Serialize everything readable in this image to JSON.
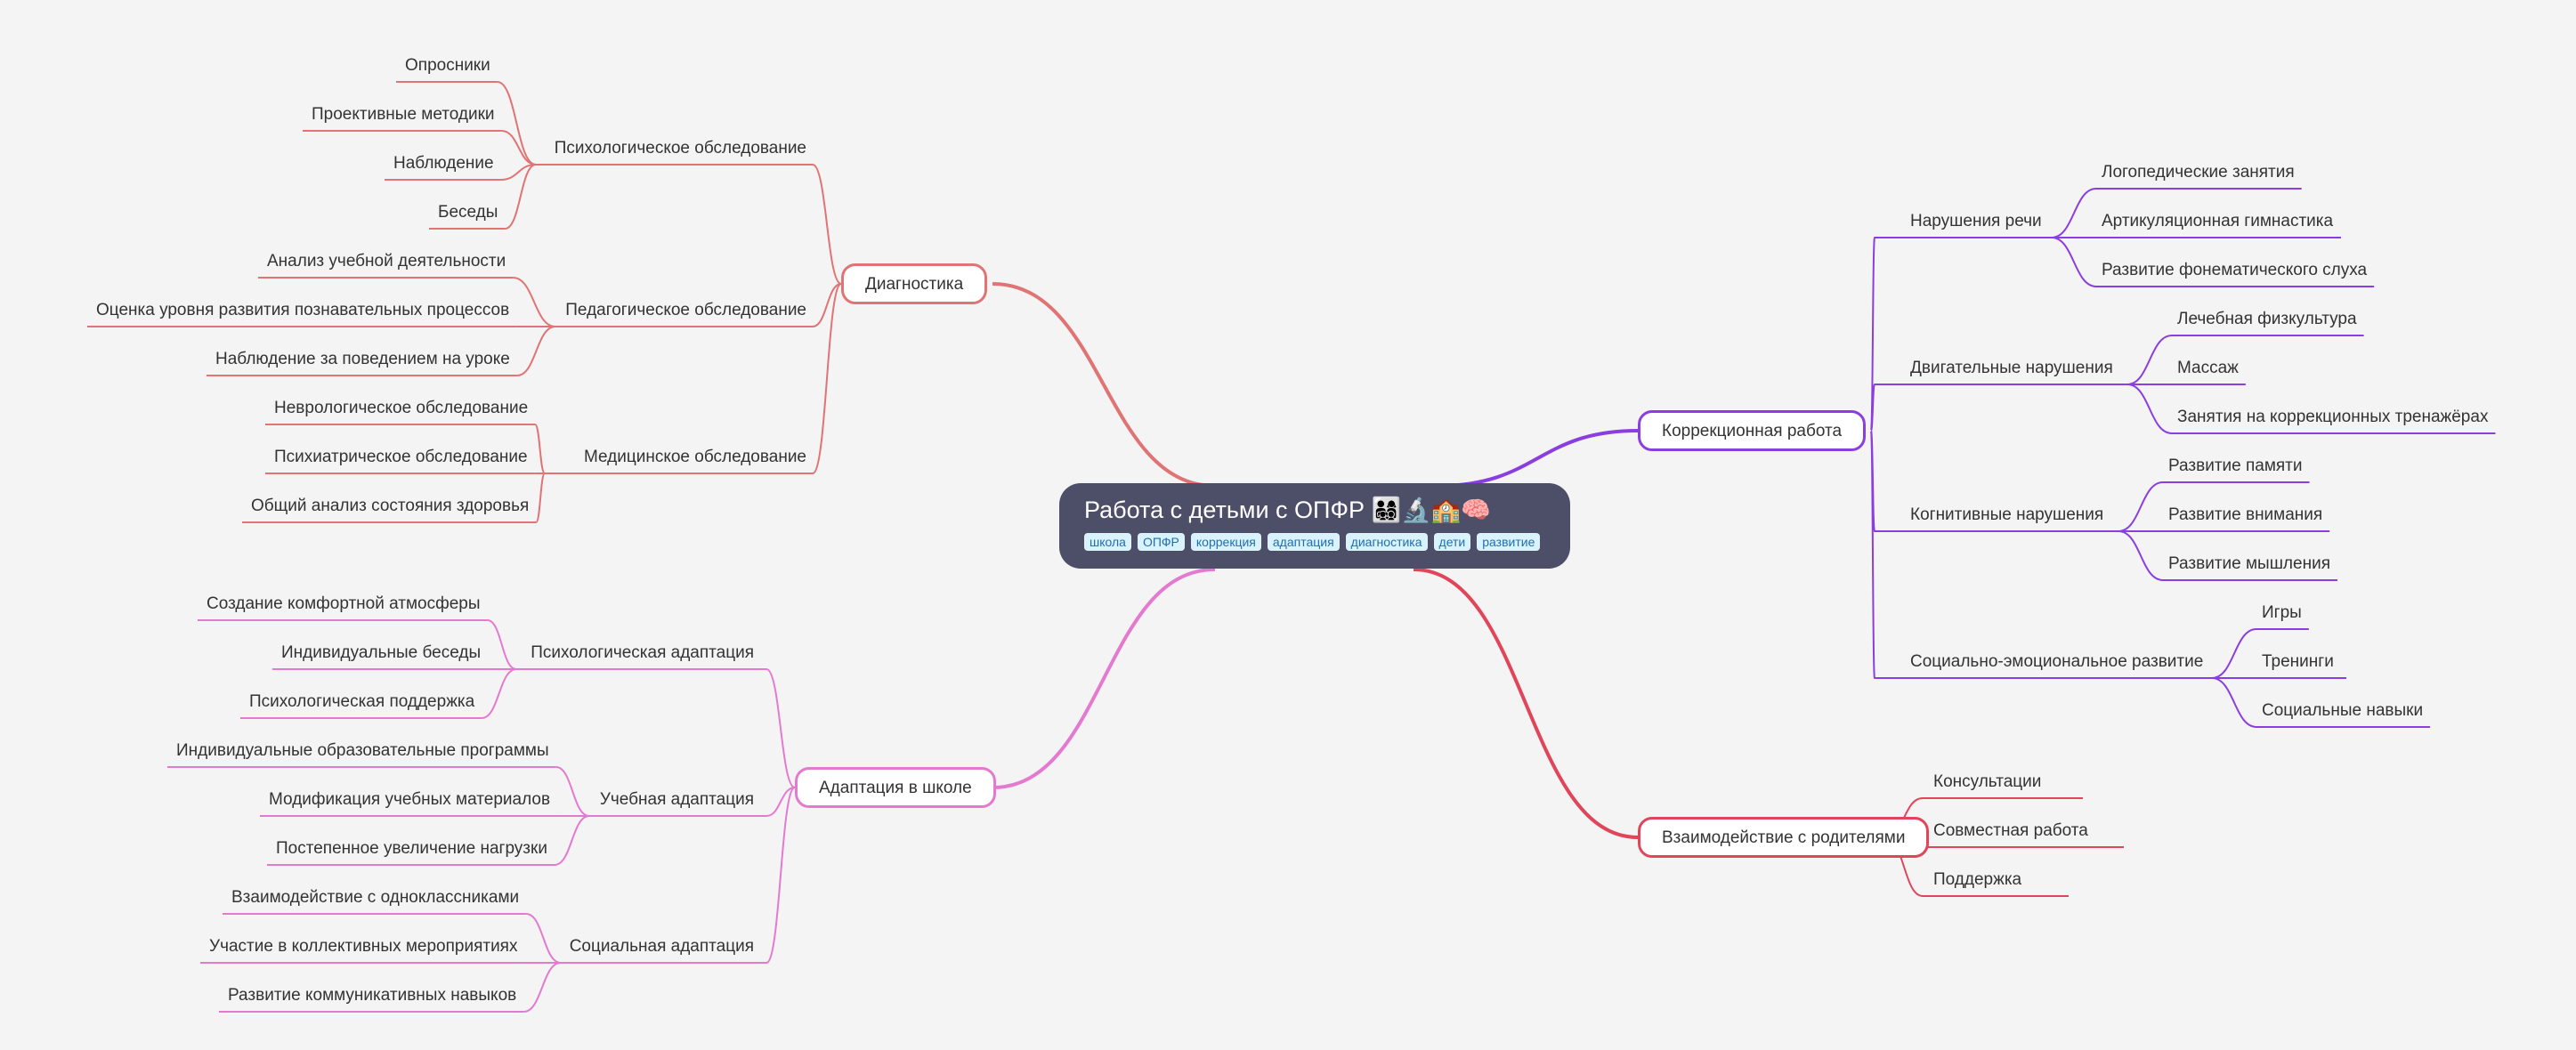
{
  "root": {
    "title": "Работа с детьми с ОПФР 👨‍👩‍👧‍👦🔬🏫🧠",
    "tags": [
      "школа",
      "ОПФР",
      "коррекция",
      "адаптация",
      "диагностика",
      "дети",
      "развитие"
    ]
  },
  "branches": [
    {
      "label": "Диагностика",
      "color": "#e07474",
      "side": "left",
      "groups": [
        {
          "label": "Психологическое обследование",
          "items": [
            "Опросники",
            "Проективные методики",
            "Наблюдение",
            "Беседы"
          ]
        },
        {
          "label": "Педагогическое обследование",
          "items": [
            "Анализ учебной деятельности",
            "Оценка уровня развития познавательных процессов",
            "Наблюдение за поведением на уроке"
          ]
        },
        {
          "label": "Медицинское обследование",
          "items": [
            "Неврологическое обследование",
            "Психиатрическое обследование",
            "Общий анализ состояния здоровья"
          ]
        }
      ]
    },
    {
      "label": "Адаптация в школе",
      "color": "#e47ad0",
      "side": "left",
      "groups": [
        {
          "label": "Психологическая адаптация",
          "items": [
            "Создание комфортной атмосферы",
            "Индивидуальные беседы",
            "Психологическая поддержка"
          ]
        },
        {
          "label": "Учебная адаптация",
          "items": [
            "Индивидуальные образовательные программы",
            "Модификация учебных материалов",
            "Постепенное увеличение нагрузки"
          ]
        },
        {
          "label": "Социальная адаптация",
          "items": [
            "Взаимодействие с одноклассниками",
            "Участие в коллективных мероприятиях",
            "Развитие коммуникативных навыков"
          ]
        }
      ]
    },
    {
      "label": "Коррекционная работа",
      "color": "#8a3ee0",
      "side": "right",
      "groups": [
        {
          "label": "Нарушения речи",
          "items": [
            "Логопедические занятия",
            "Артикуляционная гимнастика",
            "Развитие фонематического слуха"
          ]
        },
        {
          "label": "Двигательные нарушения",
          "items": [
            "Лечебная физкультура",
            "Массаж",
            "Занятия на коррекционных тренажёрах"
          ]
        },
        {
          "label": "Когнитивные нарушения",
          "items": [
            "Развитие памяти",
            "Развитие внимания",
            "Развитие мышления"
          ]
        },
        {
          "label": "Социально-эмоциональное развитие",
          "items": [
            "Игры",
            "Тренинги",
            "Социальные навыки"
          ]
        }
      ]
    },
    {
      "label": "Взаимодействие с родителями",
      "color": "#e0455a",
      "side": "right",
      "groups": [],
      "items": [
        "Консультации",
        "Совместная работа",
        "Поддержка"
      ]
    }
  ]
}
